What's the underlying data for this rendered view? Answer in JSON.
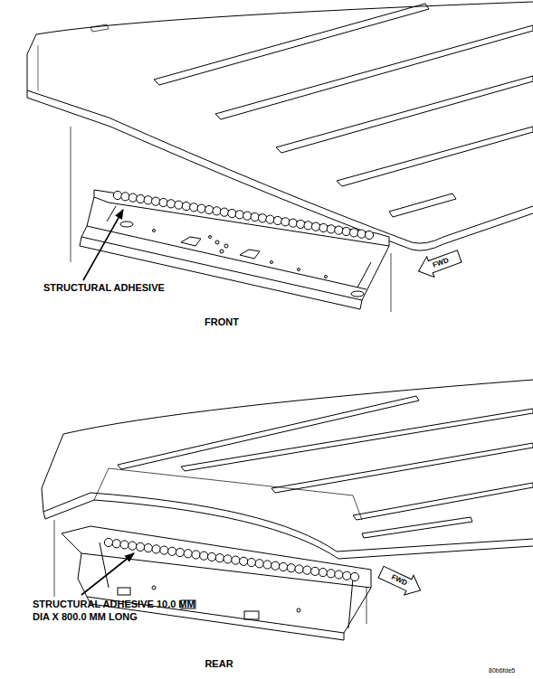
{
  "diagram": {
    "labels": [
      "STRUCTURAL ADHESIVE",
      "FWD",
      "FRONT",
      "STRUCTURAL ADHESIVE 10.0 MM DIA X 800.0 MM LONG",
      "FWD",
      "REAR",
      "80b6fde5"
    ]
  }
}
